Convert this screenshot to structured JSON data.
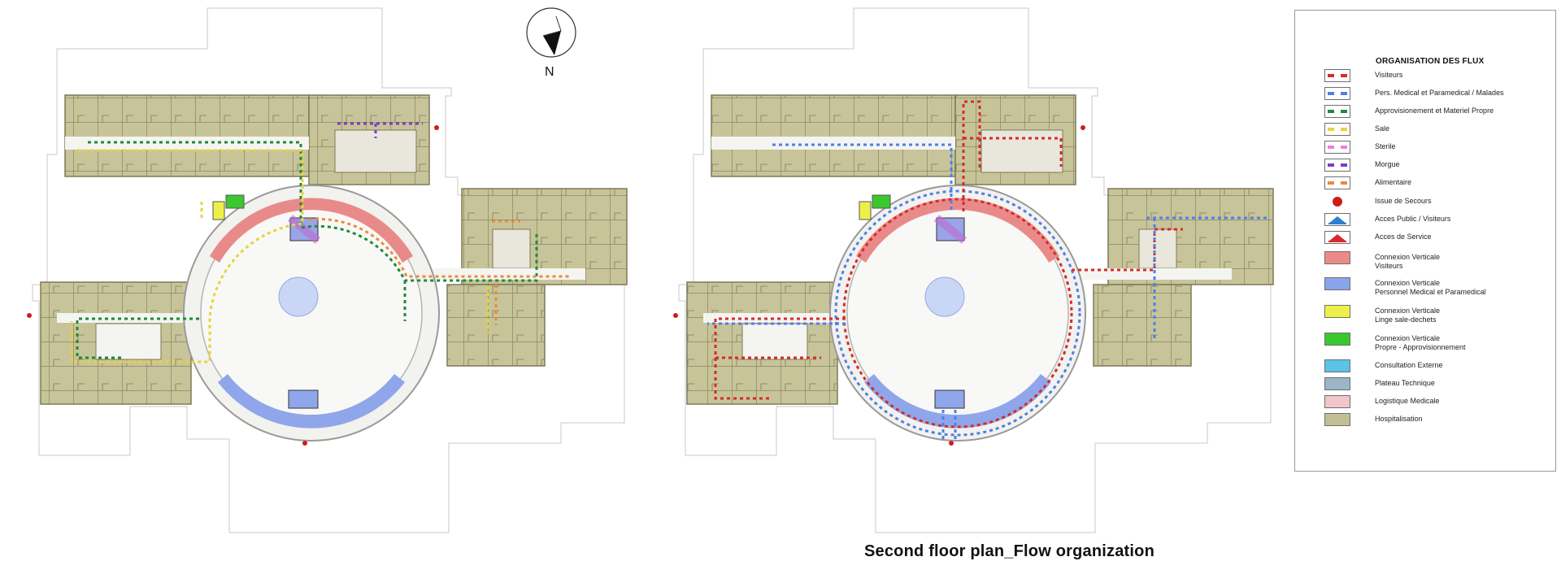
{
  "caption": "Second floor plan_Flow organization",
  "north_label": "N",
  "legend": {
    "title": "ORGANISATION  DES FLUX",
    "items": [
      {
        "label": "Visiteurs",
        "kind": "dash",
        "color": "#d62b2b",
        "icon": "red-dash-line-icon"
      },
      {
        "label": "Pers. Medical et Paramedical / Malades",
        "kind": "dash",
        "color": "#4f7fe8",
        "icon": "blue-dash-line-icon"
      },
      {
        "label": "Approvisionement et Materiel Propre",
        "kind": "dash",
        "color": "#1f8a3a",
        "icon": "green-dash-line-icon"
      },
      {
        "label": "Sale",
        "kind": "dash",
        "color": "#e6d43a",
        "icon": "yellow-dash-line-icon"
      },
      {
        "label": "Sterile",
        "kind": "dash",
        "color": "#f27ce0",
        "icon": "pink-dash-line-icon"
      },
      {
        "label": "Morgue",
        "kind": "dash",
        "color": "#7a3fc2",
        "icon": "purple-dash-line-icon"
      },
      {
        "label": "Alimentaire",
        "kind": "dash",
        "color": "#ec8a3a",
        "icon": "orange-dash-line-icon"
      },
      {
        "label": "Issue de Secours",
        "kind": "dot",
        "color": "#d01b1b",
        "icon": "red-dot-icon"
      },
      {
        "label": "Acces Public / Visiteurs",
        "kind": "arrow",
        "color": "#2c7fd1",
        "icon": "blue-arrow-icon"
      },
      {
        "label": "Acces de Service",
        "kind": "arrow",
        "color": "#d62b2b",
        "icon": "red-arrow-icon"
      },
      {
        "label": "Connexion Verticale\nVisiteurs",
        "kind": "fill",
        "color": "#ec8a8a",
        "icon": "red-fill-swatch-icon"
      },
      {
        "label": "Connexion Verticale\nPersonnel Medical et Paramedical",
        "kind": "fill",
        "color": "#8aa4ec",
        "icon": "blue-fill-swatch-icon"
      },
      {
        "label": "Connexion Verticale\nLinge sale-dechets",
        "kind": "fill",
        "color": "#eef04a",
        "icon": "yellow-fill-swatch-icon"
      },
      {
        "label": "Connexion Verticale\nPropre - Approvisionnement",
        "kind": "fill",
        "color": "#3bc82f",
        "icon": "green-fill-swatch-icon"
      },
      {
        "label": "Consultation Externe",
        "kind": "fill",
        "color": "#5bc4e6",
        "icon": "cyan-fill-swatch-icon"
      },
      {
        "label": "Plateau Technique",
        "kind": "fill",
        "color": "#9bb4c8",
        "icon": "gray-blue-fill-swatch-icon"
      },
      {
        "label": "Logistique Medicale",
        "kind": "fill",
        "color": "#f2c4cc",
        "icon": "pink-fill-swatch-icon"
      },
      {
        "label": "Hospitalisation",
        "kind": "fill",
        "color": "#c2bf94",
        "icon": "olive-fill-swatch-icon"
      }
    ]
  },
  "colors": {
    "hospitalisation": "#c8c49a",
    "wall": "#8a8763",
    "visitor_link": "#e98a8a",
    "staff_link": "#8fa6ea",
    "yellow_link": "#eef04a",
    "green_link": "#3bc82f",
    "outline": "#b0b0b0",
    "red": "#d62b2b",
    "blue": "#4f7fe8",
    "green": "#1f8a3a",
    "yellow": "#e6d43a",
    "orange": "#ec8a3a",
    "purple": "#7a3fc2"
  }
}
